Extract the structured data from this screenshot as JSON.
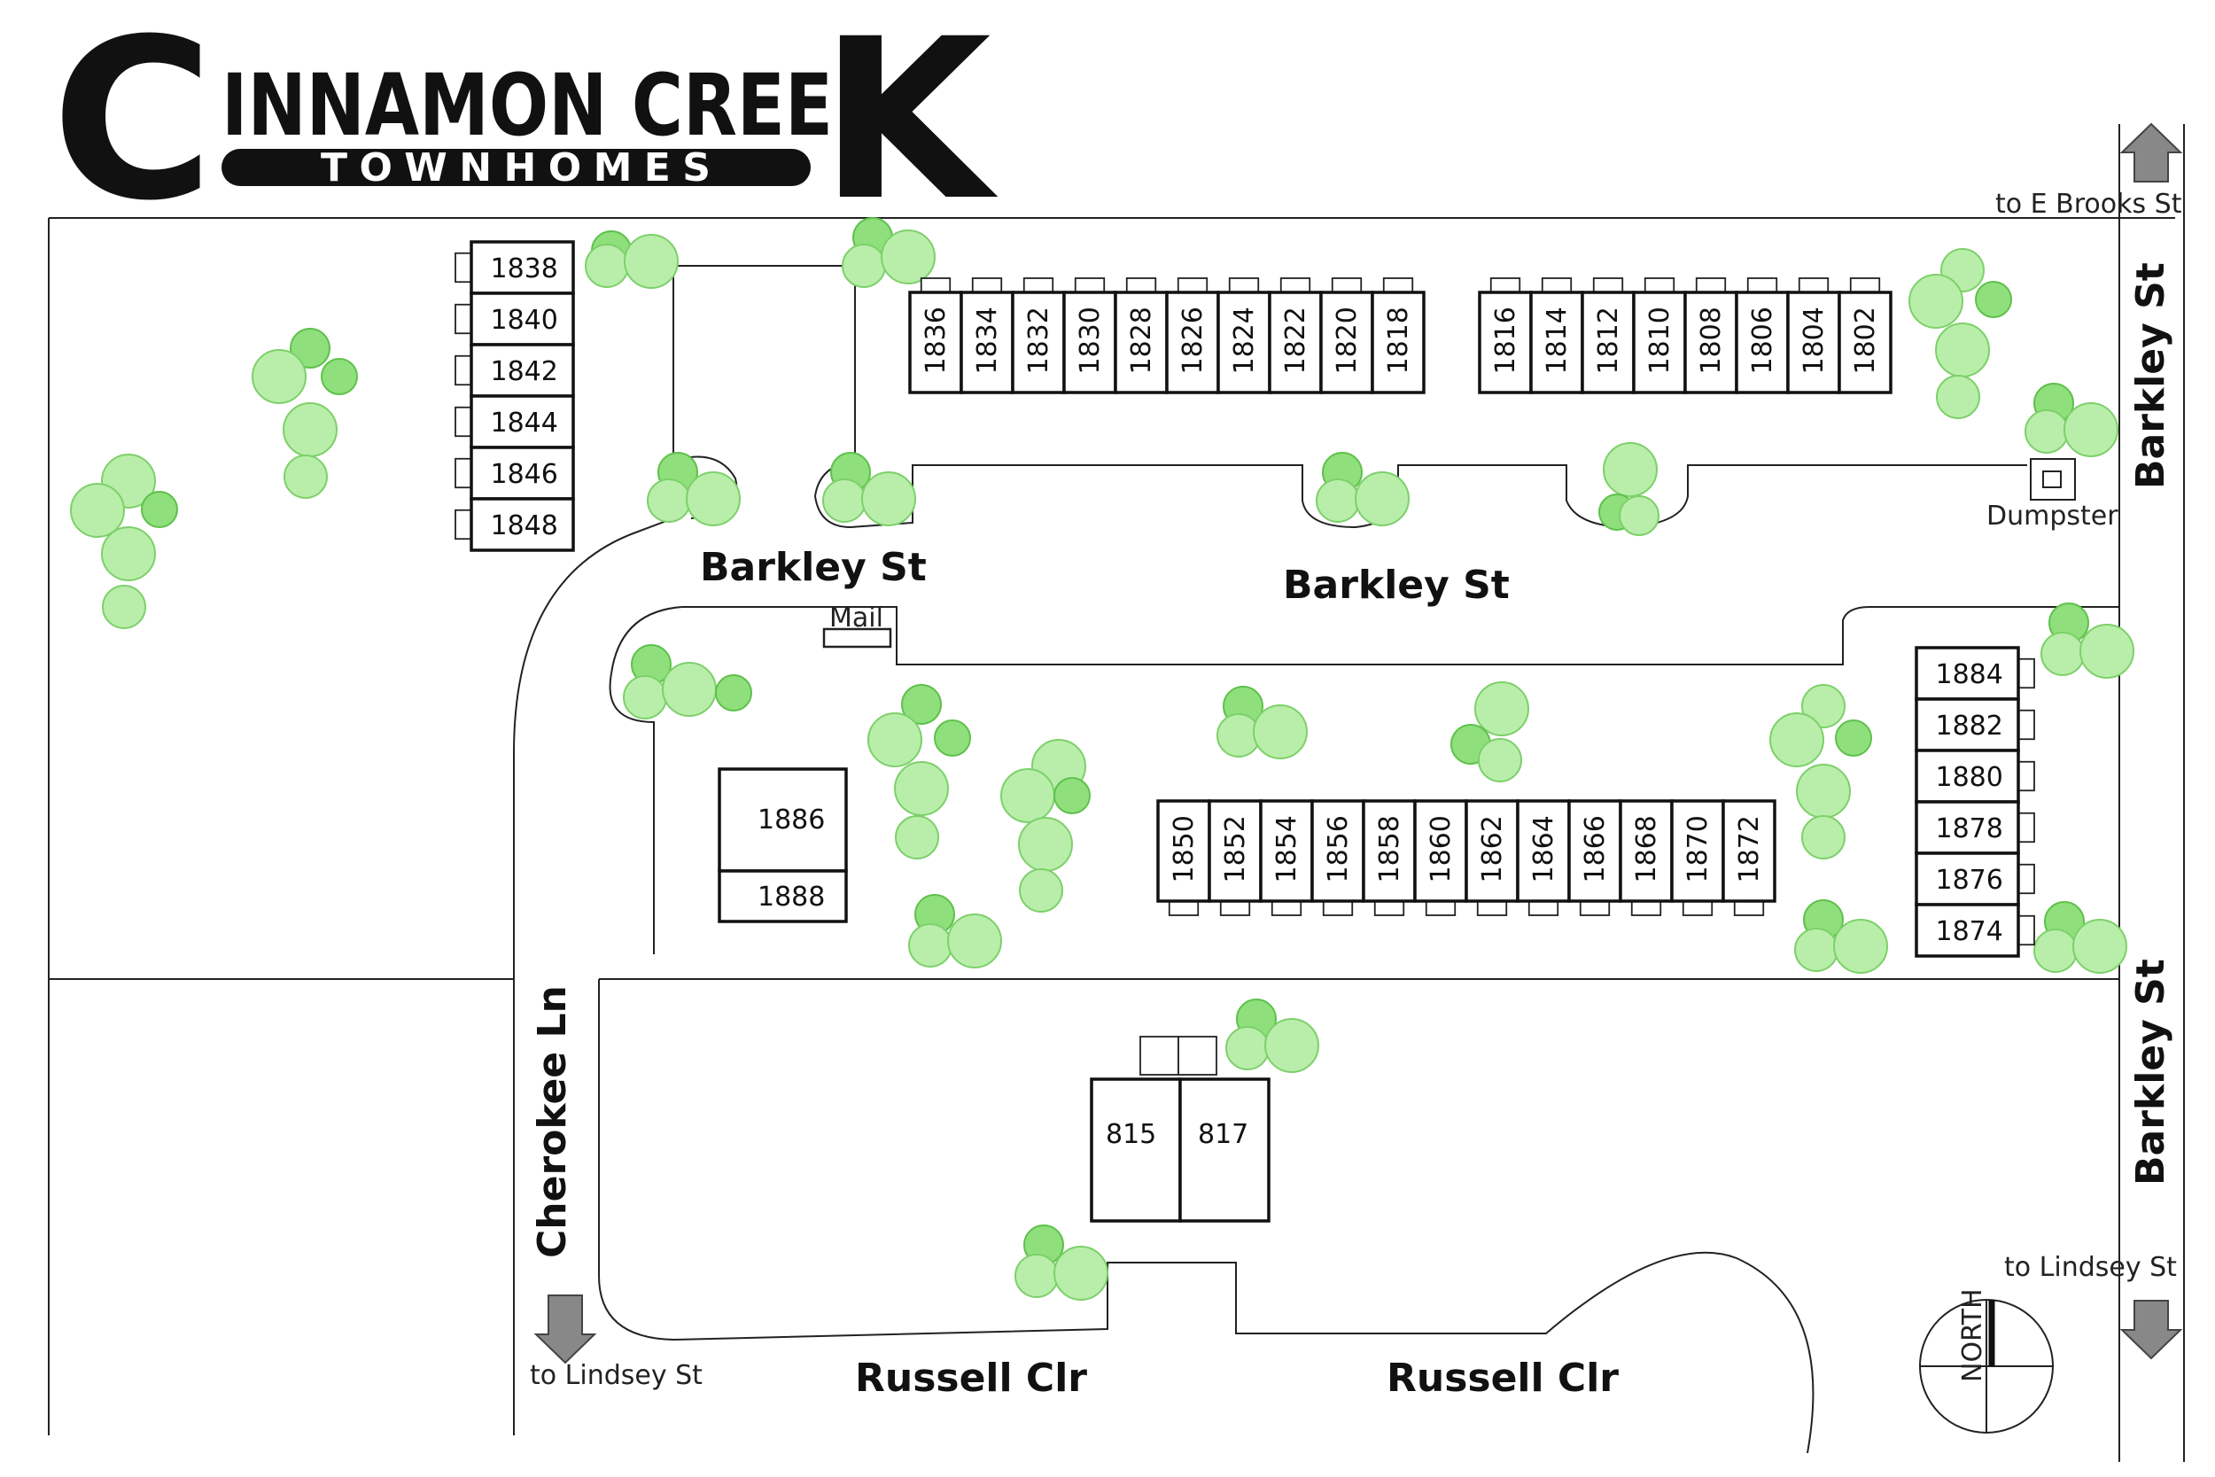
{
  "logo": {
    "big_c": "C",
    "name": "INNAMON CREE",
    "big_k": "K",
    "subtitle": "TOWNHOMES"
  },
  "streets": {
    "barkley_1": "Barkley St",
    "barkley_2": "Barkley St",
    "barkley_east_upper": "Barkley St",
    "barkley_east_lower": "Barkley St",
    "cherokee": "Cherokee Ln",
    "russell_1": "Russell Clr",
    "russell_2": "Russell Clr"
  },
  "labels": {
    "to_brooks": "to E Brooks St",
    "to_lindsey_west": "to Lindsey St",
    "to_lindsey_east": "to Lindsey St",
    "dumpster": "Dumpster",
    "mail": "Mail",
    "north": "NORTH"
  },
  "buildings": {
    "west_column": [
      "1838",
      "1840",
      "1842",
      "1844",
      "1846",
      "1848"
    ],
    "north_row_a": [
      "1836",
      "1834",
      "1832",
      "1830",
      "1828",
      "1826",
      "1824",
      "1822",
      "1820",
      "1818"
    ],
    "north_row_b": [
      "1816",
      "1814",
      "1812",
      "1810",
      "1808",
      "1806",
      "1804",
      "1802"
    ],
    "east_column": [
      "1884",
      "1882",
      "1880",
      "1878",
      "1876",
      "1874"
    ],
    "center_row": [
      "1850",
      "1852",
      "1854",
      "1856",
      "1858",
      "1860",
      "1862",
      "1864",
      "1866",
      "1868",
      "1870",
      "1872"
    ],
    "duplex_west": [
      "1886",
      "1888"
    ],
    "duplex_south": [
      "815",
      "817"
    ]
  },
  "colors": {
    "tree_light": "#b8eeaa",
    "tree_dark": "#8fe07c",
    "line": "#222222"
  }
}
